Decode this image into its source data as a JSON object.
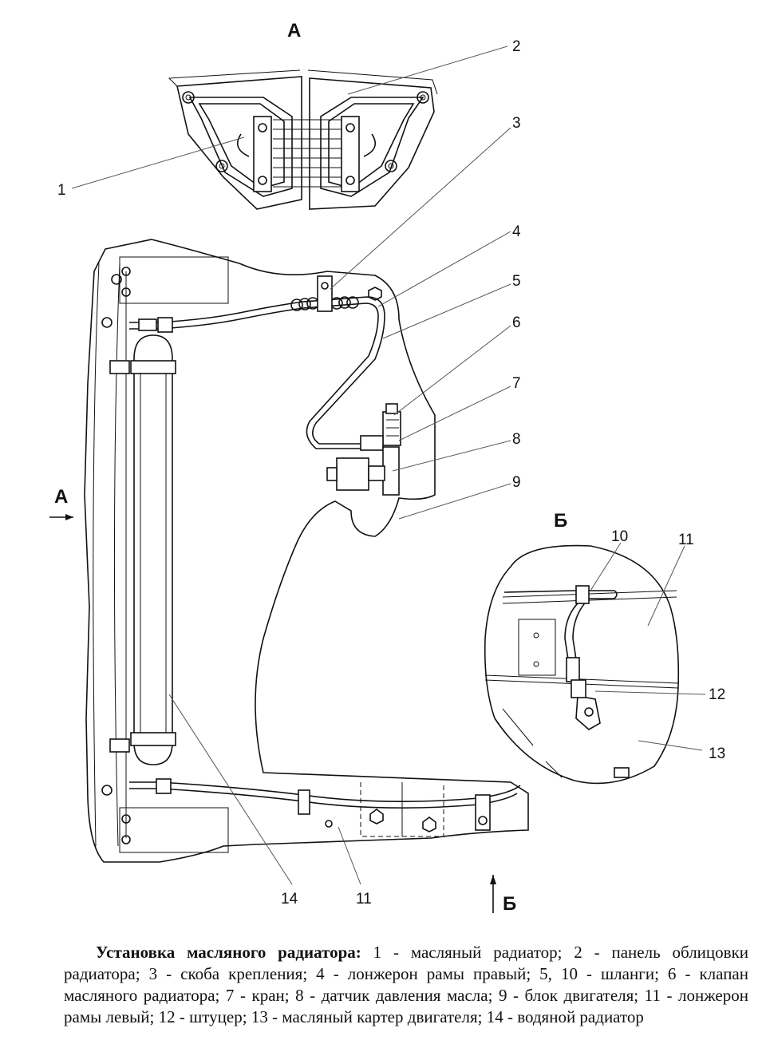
{
  "views": {
    "a_top": "А",
    "a_side": "А",
    "b_top": "Б",
    "b_bottom": "Б"
  },
  "labels": {
    "l1": "1",
    "l2": "2",
    "l3": "3",
    "l4": "4",
    "l5": "5",
    "l6": "6",
    "l7": "7",
    "l8": "8",
    "l9": "9",
    "l10": "10",
    "l11a": "11",
    "l11b": "11",
    "l12": "12",
    "l13": "13",
    "l14": "14"
  },
  "caption": {
    "title": "Установка масляного радиатора:",
    "text": " 1 - масляный радиатор; 2 - панель облицовки радиатора; 3 - скоба крепления; 4 - лонжерон рамы правый; 5, 10 - шланги; 6 - клапан масляного радиатора; 7 - кран; 8 - датчик давления масла; 9 - блок двигателя; 11 - лонжерон рамы левый; 12 - штуцер; 13 - масляный картер двигателя; 14 - водяной радиатор"
  }
}
